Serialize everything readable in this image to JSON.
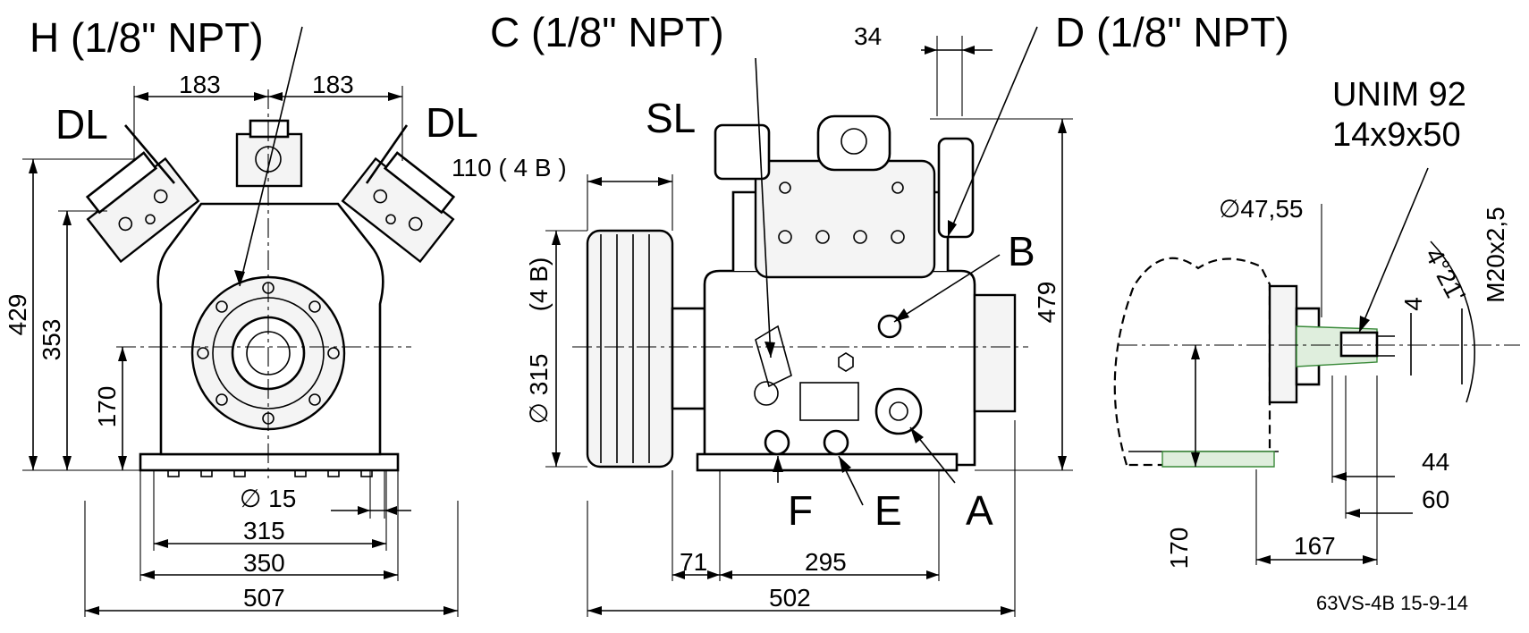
{
  "labels": {
    "H": "H (1/8\" NPT)",
    "C": "C (1/8\" NPT)",
    "D": "D (1/8\" NPT)",
    "DL_left": "DL",
    "DL_right": "DL",
    "SL": "SL",
    "B": "B",
    "A": "A",
    "E": "E",
    "F": "F",
    "key_line1": "UNIM 92",
    "key_line2": "14x9x50",
    "pulley_grooves": "110 ( 4 B )",
    "pulley_4b": "(4 B)",
    "pulley_dia": "∅ 315",
    "shaft_dia": "∅47,55",
    "thread": "M20x2,5",
    "angle": "4°21'",
    "drawing_code": "63VS-4B  15-9-14"
  },
  "dims": {
    "d183_left": "183",
    "d183_right": "183",
    "d429": "429",
    "d353": "353",
    "d170_left": "170",
    "d15": "∅  15",
    "d315": "315",
    "d350": "350",
    "d507": "507",
    "d34": "34",
    "d479": "479",
    "d71": "71",
    "d295": "295",
    "d502": "502",
    "d4": "4",
    "d44": "44",
    "d60": "60",
    "d167": "167",
    "d170_right": "170"
  }
}
